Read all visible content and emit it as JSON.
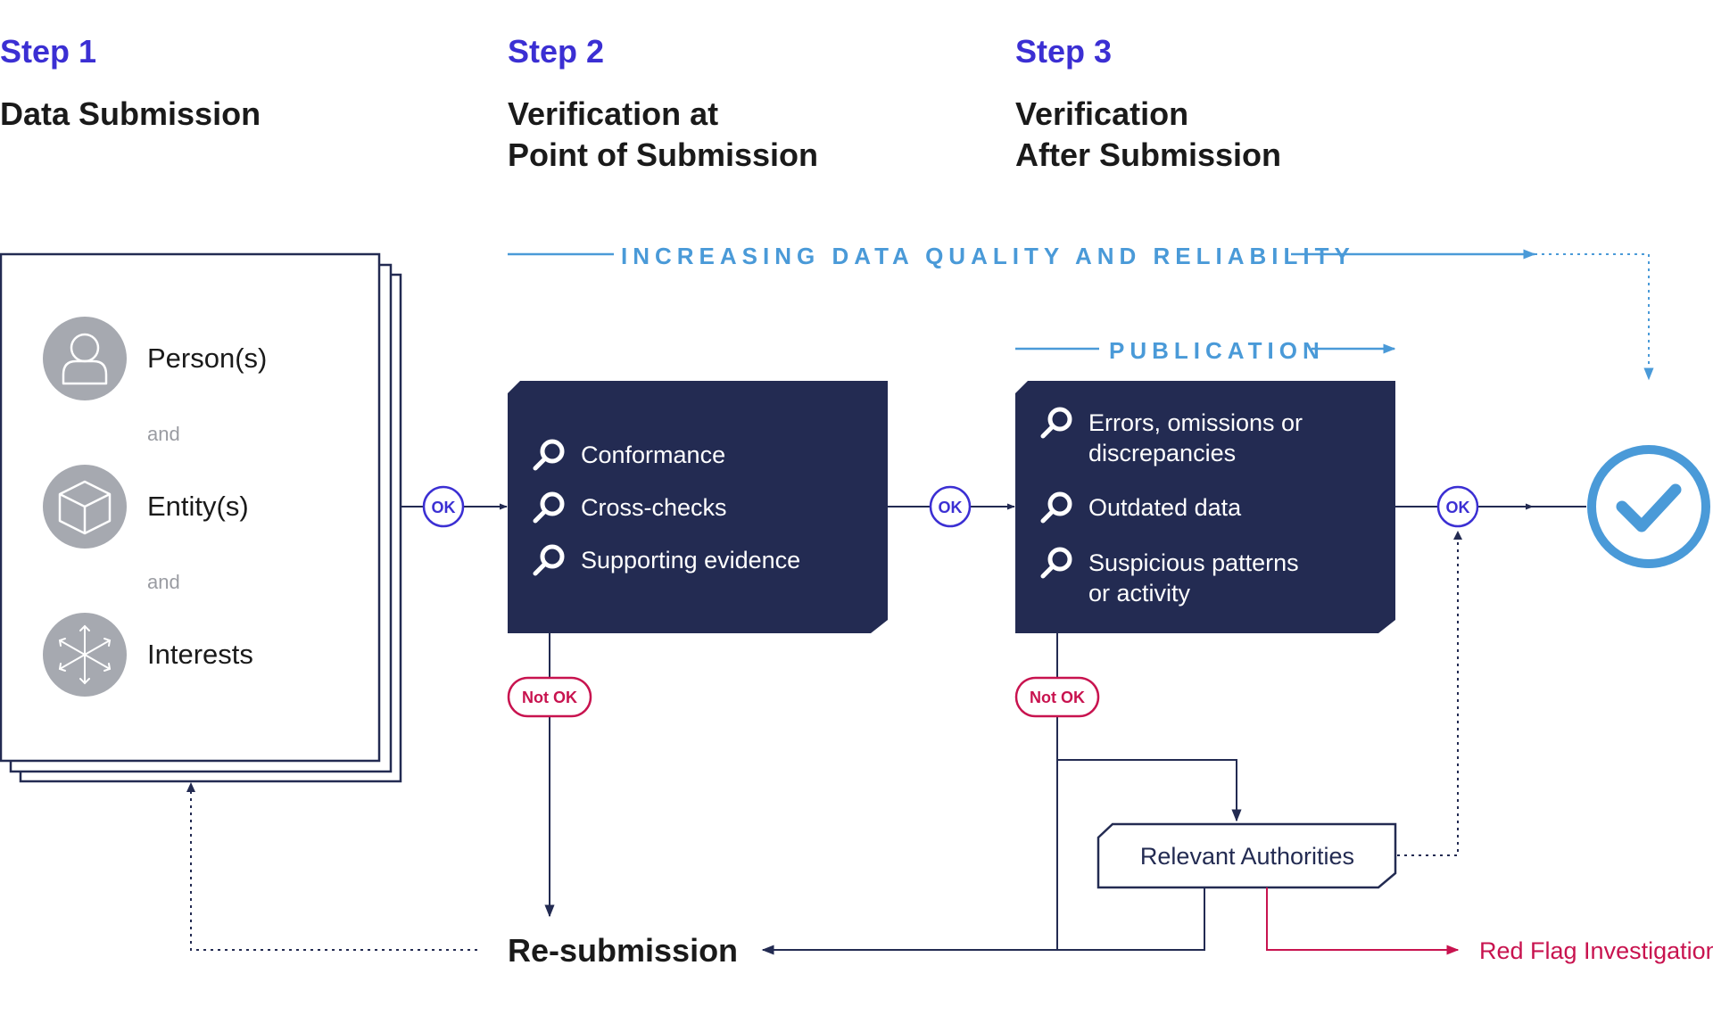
{
  "colors": {
    "step_accent": "#3b2fd3",
    "navy": "#232b52",
    "light_blue": "#4a9ad8",
    "red": "#c8134f",
    "grey_icon": "#a6a9b0",
    "and_text": "#9a9ca2",
    "ok_color": "#3b2fd3"
  },
  "steps": [
    {
      "label": "Step 1",
      "title_lines": [
        "Data Submission"
      ]
    },
    {
      "label": "Step 2",
      "title_lines": [
        "Verification at",
        "Point of Submission"
      ]
    },
    {
      "label": "Step 3",
      "title_lines": [
        "Verification",
        "After Submission"
      ]
    }
  ],
  "document": {
    "items": [
      {
        "label": "Person(s)",
        "icon": "person-icon"
      },
      {
        "label": "Entity(s)",
        "icon": "cube-icon"
      },
      {
        "label": "Interests",
        "icon": "arrows-burst-icon"
      }
    ],
    "connector": "and"
  },
  "banners": {
    "quality": "INCREASING DATA QUALITY AND RELIABILITY",
    "publication": "PUBLICATION"
  },
  "step2_box": {
    "checks": [
      "Conformance",
      "Cross-checks",
      "Supporting evidence"
    ],
    "icon": "magnifier-icon"
  },
  "step3_box": {
    "checks": [
      [
        "Errors, omissions or",
        "discrepancies"
      ],
      [
        "Outdated data"
      ],
      [
        "Suspicious patterns",
        "or activity"
      ]
    ],
    "icon": "magnifier-icon"
  },
  "badges": {
    "ok": "OK",
    "not_ok": "Not OK"
  },
  "authorities": "Relevant Authorities",
  "resubmission": "Re-submission",
  "red_flag": "Red Flag Investigation",
  "final_icon": "checkmark-circle-icon"
}
